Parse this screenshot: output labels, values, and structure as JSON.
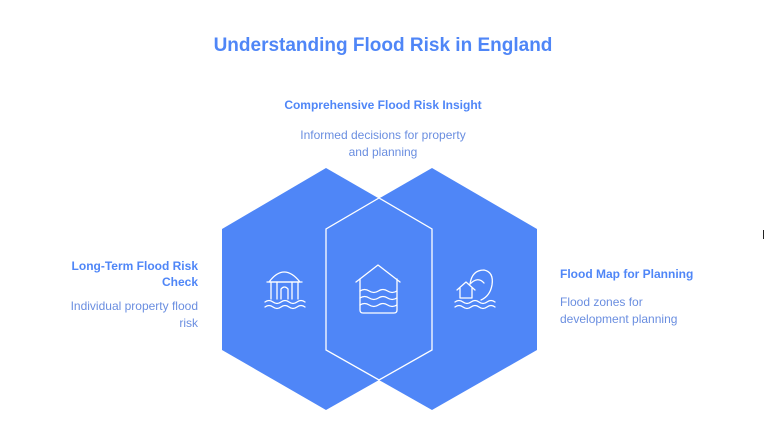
{
  "title": "Understanding Flood Risk in England",
  "top": {
    "heading": "Comprehensive Flood Risk Insight",
    "desc_line1": "Informed decisions for property",
    "desc_line2": "and planning"
  },
  "left": {
    "heading_line1": "Long-Term Flood Risk",
    "heading_line2": "Check",
    "desc_line1": "Individual property flood",
    "desc_line2": "risk"
  },
  "right": {
    "heading": "Flood Map for Planning",
    "desc_line1": "Flood zones for",
    "desc_line2": "development planning"
  },
  "colors": {
    "hex_fill": "#4f86f7",
    "icon_stroke": "#ffffff",
    "title": "#4f86f7"
  },
  "icons": [
    "pavilion-flood-icon",
    "house-flood-icon",
    "wave-house-icon"
  ]
}
